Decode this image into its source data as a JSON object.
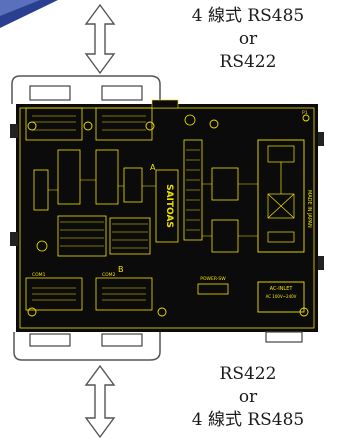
{
  "top_label": {
    "line1": "4 線式 RS485",
    "line2": "or",
    "line3": "RS422"
  },
  "bottom_label": {
    "line1": "RS422",
    "line2": "or",
    "line3": "4 線式 RS485"
  },
  "board_texts": {
    "made_in": "MADE IN JAPAN",
    "ac_inlet": "AC-INLET",
    "ac_range": "AC 100V~240V",
    "power_sw": "POWER-SW",
    "logo": "SAITOAS",
    "com1": "COM1",
    "com2": "COM2",
    "mark_a": "A",
    "mark_b": "B",
    "mark_p1": "P1"
  },
  "colors": {
    "board": "#0b0b0b",
    "silk": "#f2e200",
    "arrow": "#555555",
    "corner": "#2a3f8f"
  }
}
